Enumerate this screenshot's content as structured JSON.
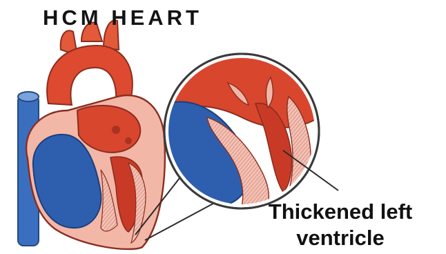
{
  "title": "HCM HEART",
  "callout": {
    "line1": "Thickened left",
    "line2": "ventricle"
  },
  "colors": {
    "oxygenated": "#d8462e",
    "deoxygenated": "#2e5fae",
    "vein_light": "#5c8ad0",
    "muscle_wall": "#f2b7a7",
    "hatching": "#c97d70",
    "outline": "#8a2d20"
  }
}
